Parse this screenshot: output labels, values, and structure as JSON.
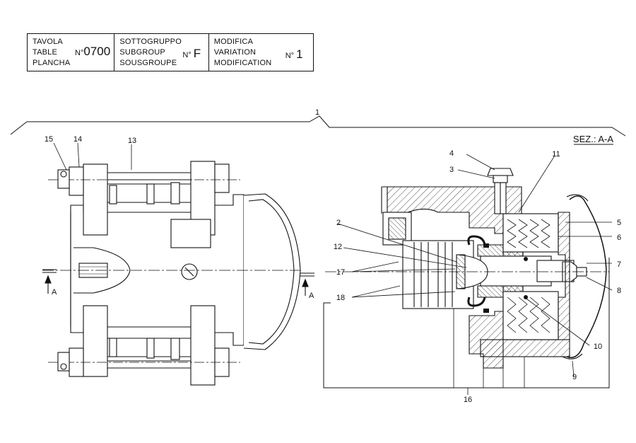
{
  "title_block": {
    "table": {
      "lines": [
        "TAVOLA",
        "TABLE",
        "PLANCHA"
      ],
      "number_prefix": "N°",
      "number": "0700"
    },
    "subgroup": {
      "lines": [
        "SOTTOGRUPPO",
        "SUBGROUP",
        "SOUSGROUPE"
      ],
      "number_prefix": "N°",
      "number": "F"
    },
    "variation": {
      "lines": [
        "MODIFICA",
        "VARIATION",
        "MODIFICATION"
      ],
      "number_prefix": "N°",
      "number": "1"
    }
  },
  "drawing": {
    "section_label": "SEZ.: A-A",
    "section_marker": "A",
    "callouts": [
      "1",
      "2",
      "3",
      "4",
      "5",
      "6",
      "7",
      "8",
      "9",
      "10",
      "11",
      "12",
      "13",
      "14",
      "15",
      "16",
      "17",
      "18"
    ]
  }
}
